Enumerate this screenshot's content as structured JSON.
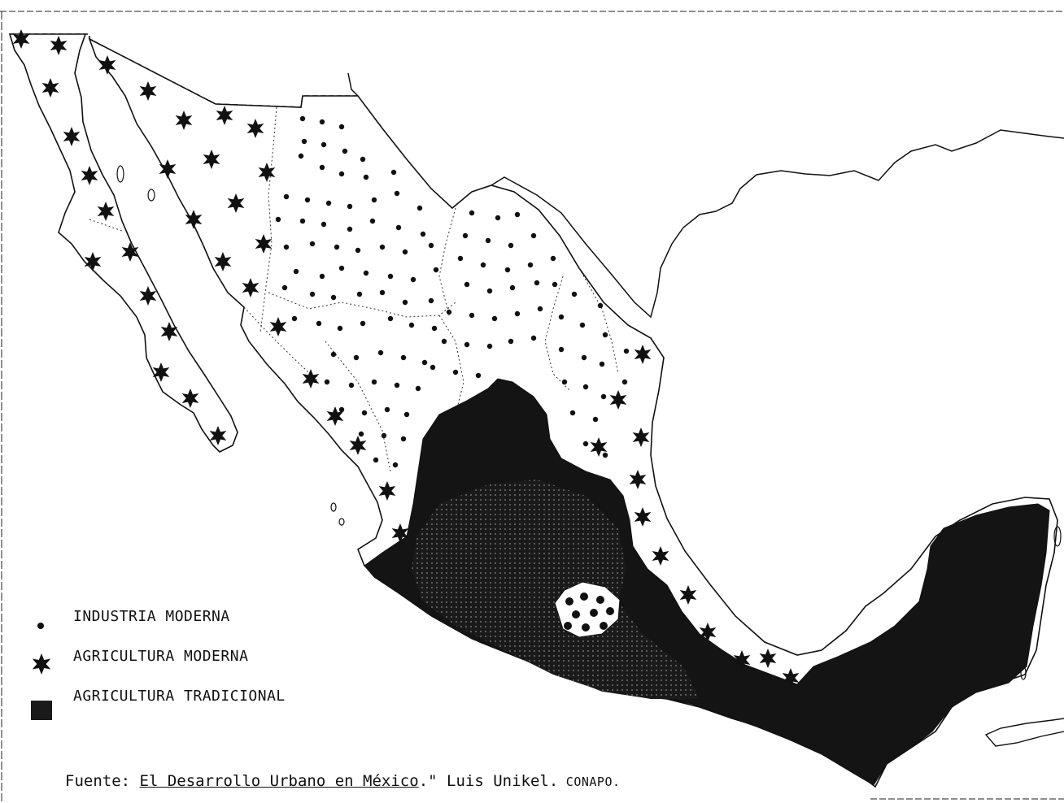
{
  "legend": {
    "items": [
      {
        "label": "INDUSTRIA MODERNA",
        "symbol": "small-dot-icon",
        "color": "#111111"
      },
      {
        "label": "AGRICULTURA MODERNA",
        "symbol": "star-icon",
        "color": "#111111"
      },
      {
        "label": "AGRICULTURA TRADICIONAL",
        "symbol": "dark-square-icon",
        "color": "#111111"
      }
    ]
  },
  "source": {
    "prefix": "Fuente: ",
    "title": "El Desarrollo Urbano en México",
    "suffix": ".\" Luis Unikel.",
    "publisher": " CONAPO."
  },
  "colors": {
    "land": "#ffffff",
    "outline": "#111111",
    "traditional_fill": "#151515"
  }
}
